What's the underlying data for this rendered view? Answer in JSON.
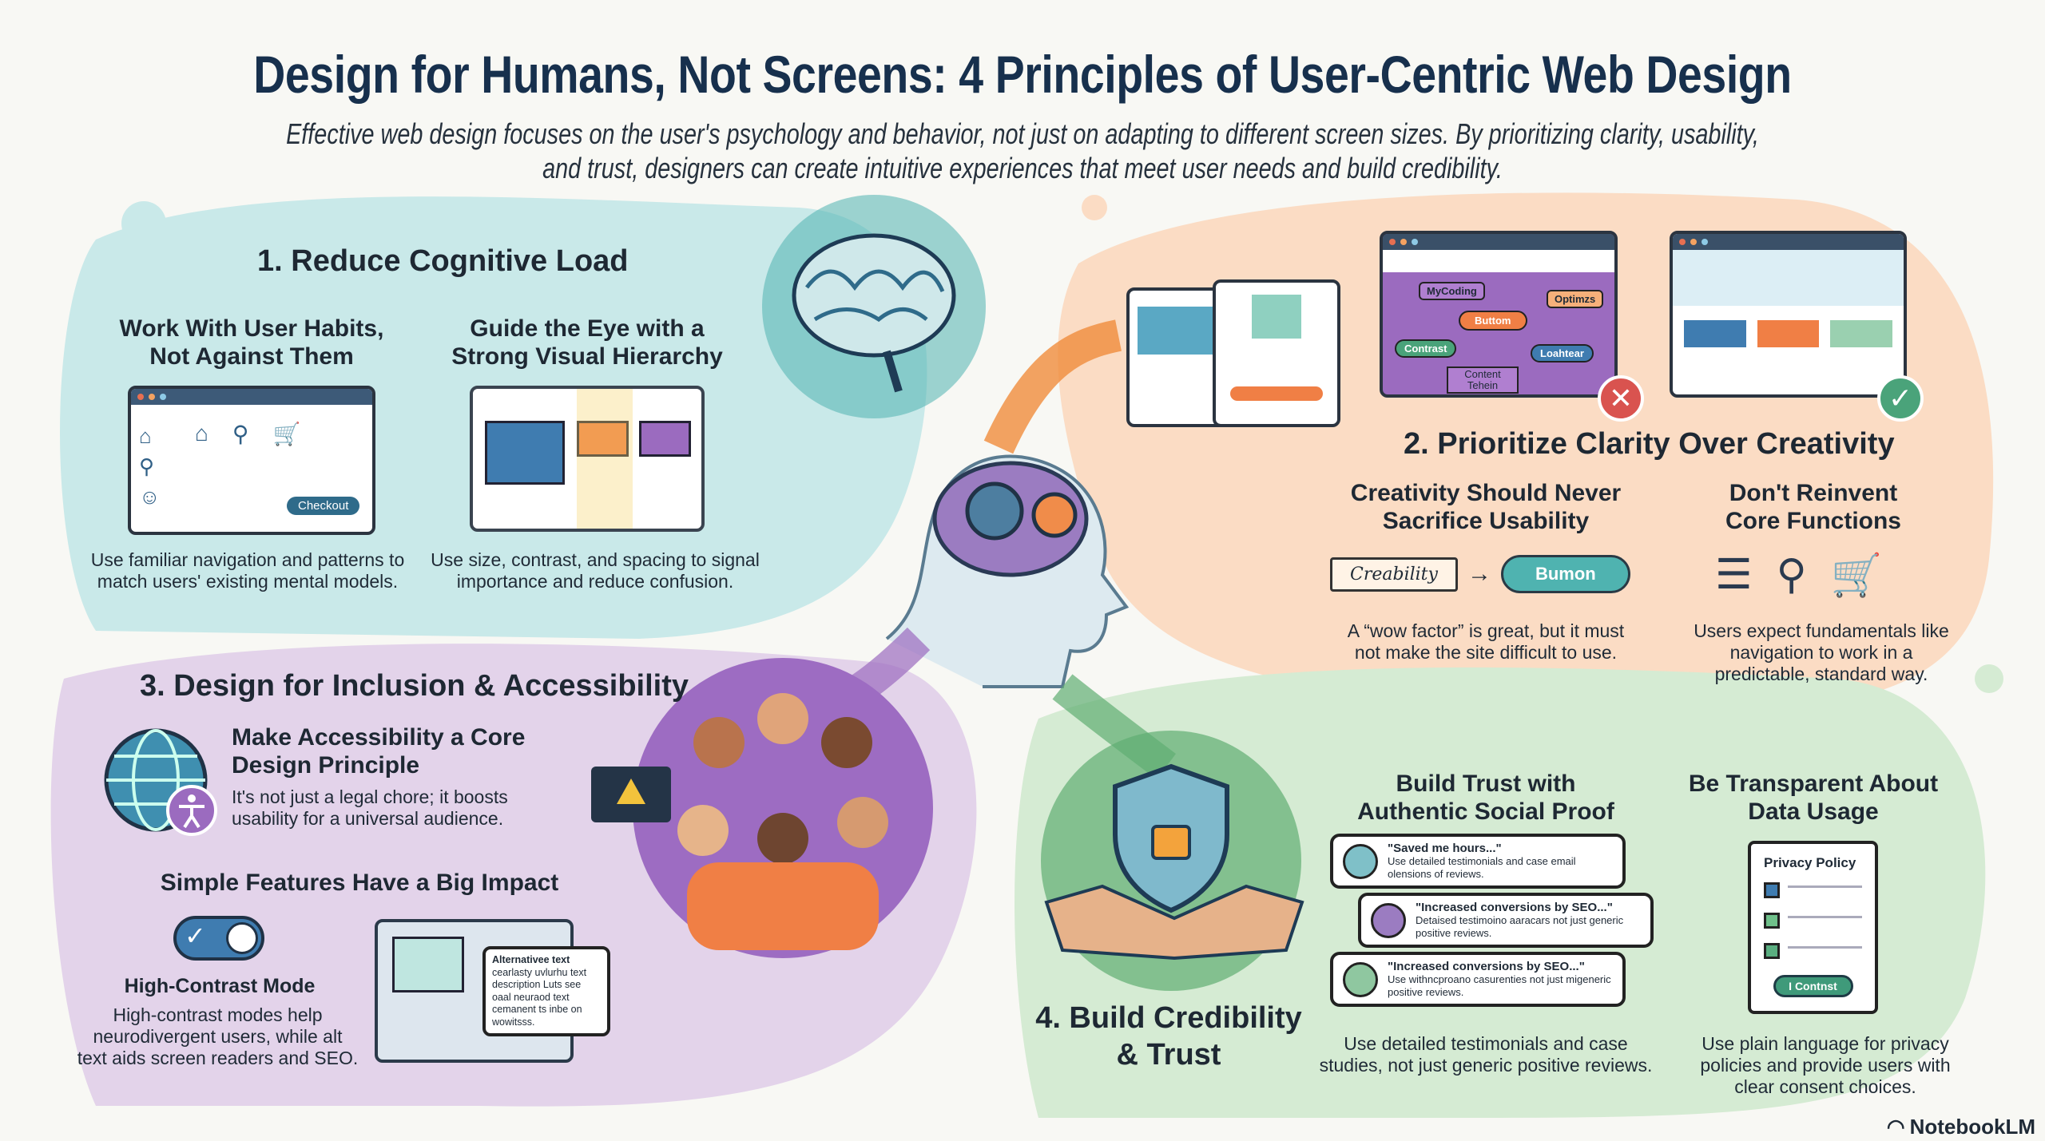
{
  "header": {
    "title": "Design for Humans, Not Screens: 4 Principles of User-Centric Web Design",
    "subtitle_line1": "Effective web design focuses on the user's psychology and behavior, not just on adapting to different screen sizes. By prioritizing clarity, usability,",
    "subtitle_line2": "and trust, designers can create intuitive experiences that meet user needs and build credibility."
  },
  "colors": {
    "teal": "#c9e9e9",
    "orange": "#fbdcc4",
    "purple": "#e3d3ea",
    "green": "#d5ebd3",
    "title": "#17304d"
  },
  "section1": {
    "heading": "1. Reduce Cognitive Load",
    "left": {
      "title_line1": "Work With User Habits,",
      "title_line2": "Not Against Them",
      "button": "Checkout",
      "caption_line1": "Use familiar navigation and patterns to",
      "caption_line2": "match users' existing mental models."
    },
    "right": {
      "title_line1": "Guide the Eye with a",
      "title_line2": "Strong Visual Hierarchy",
      "caption_line1": "Use size, contrast, and spacing to signal",
      "caption_line2": "importance and reduce confusion."
    }
  },
  "section2": {
    "heading": "2. Prioritize Clarity Over Creativity",
    "bad_mockup_labels": [
      "MyCoding",
      "Buttom",
      "Optimzs",
      "Contrast",
      "Loahtear",
      "Content Tehein"
    ],
    "left": {
      "title_line1": "Creativity Should Never",
      "title_line2": "Sacrifice Usability",
      "creativity_label": "Creability",
      "button_label": "Bumon",
      "caption_line1": "A “wow factor” is great, but it must",
      "caption_line2": "not make the site difficult to use."
    },
    "right": {
      "title_line1": "Don't Reinvent",
      "title_line2": "Core Functions",
      "caption_line1": "Users expect fundamentals like",
      "caption_line2": "navigation to work in a",
      "caption_line3": "predictable, standard way."
    }
  },
  "section3": {
    "heading": "3. Design for Inclusion & Accessibility",
    "core": {
      "title_line1": "Make Accessibility a Core",
      "title_line2": "Design Principle",
      "text_line1": "It's not just a legal chore; it boosts",
      "text_line2": "usability for a universal audience."
    },
    "simple": {
      "title": "Simple Features Have a Big Impact",
      "toggle_label": "High-Contrast Mode",
      "toggle_on": true,
      "caption_line1": "High-contrast modes help",
      "caption_line2": "neurodivergent users, while alt",
      "caption_line3": "text aids screen readers and SEO."
    },
    "alt_text_lines": [
      "Alternativee text",
      "cearlasty uvlurhu text",
      "description Luts see",
      "oaal neuraod text",
      "cemanent ts inbe on",
      "wowitsss."
    ]
  },
  "section4": {
    "heading_line1": "4. Build Credibility",
    "heading_line2": "& Trust",
    "social": {
      "title_line1": "Build Trust with",
      "title_line2": "Authentic Social Proof",
      "caption_line1": "Use detailed testimonials and case",
      "caption_line2": "studies, not just generic positive reviews.",
      "testimonials": [
        {
          "quote": "\"Saved me hours...\"",
          "text": "Use detailed testimonials and case email olensions of reviews."
        },
        {
          "quote": "\"Increased conversions by SEO...\"",
          "text": "Detaised testimoino aaracars not just generic positive reviews."
        },
        {
          "quote": "\"Increased conversions by SEO...\"",
          "text": "Use withncproano casurenties not just migeneric positive reviews."
        }
      ]
    },
    "data": {
      "title_line1": "Be Transparent About",
      "title_line2": "Data Usage",
      "doc_title": "Privacy Policy",
      "consent_button": "I Contnst",
      "caption_line1": "Use plain language for privacy",
      "caption_line2": "policies and provide users with",
      "caption_line3": "clear consent choices."
    }
  },
  "footer": {
    "brand": "NotebookLM"
  }
}
